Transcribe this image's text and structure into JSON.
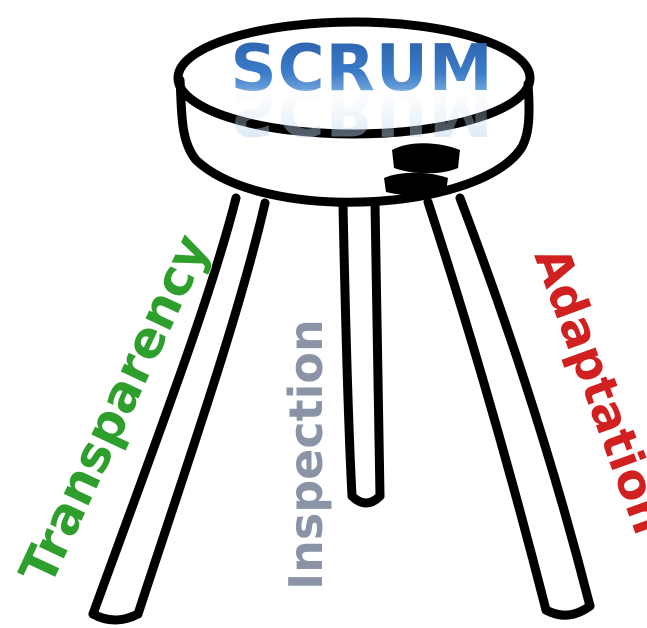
{
  "title": "SCRUM",
  "pillars": [
    {
      "label": "Transparency",
      "color": "#2e9e2c"
    },
    {
      "label": "Inspection",
      "color": "#8a94a6"
    },
    {
      "label": "Adaptation",
      "color": "#d02020"
    }
  ],
  "colors": {
    "title_top": "#2a5ea8",
    "title_bottom": "#9cc3ea",
    "ink": "#000000"
  }
}
